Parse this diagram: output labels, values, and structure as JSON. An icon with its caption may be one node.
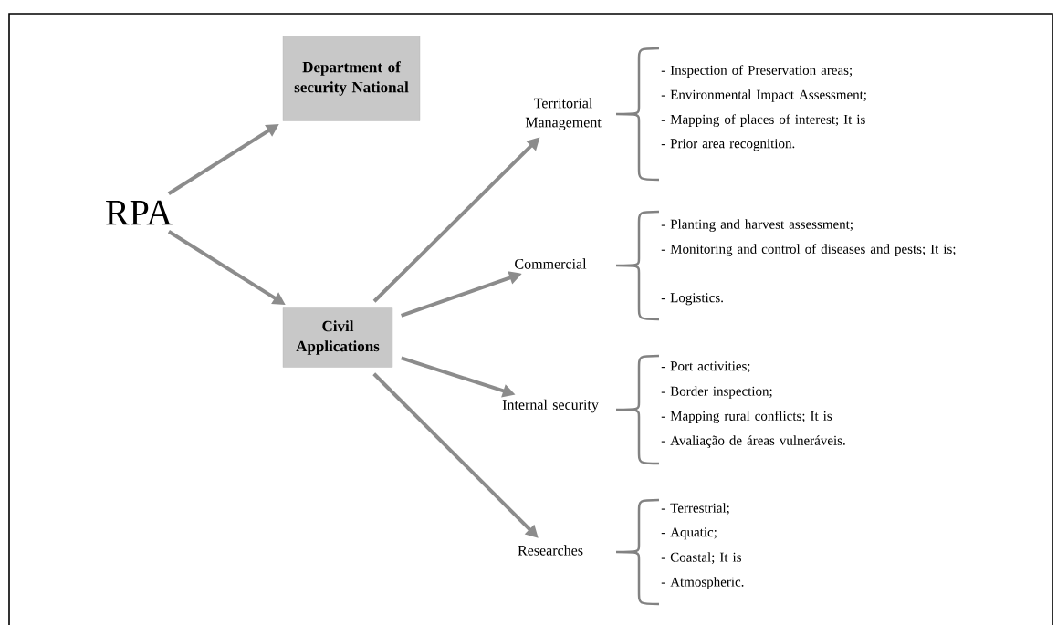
{
  "diagram": {
    "nodes": [
      {
        "text": [
          "RPA"
        ]
      },
      {
        "text": [
          "Department of security National"
        ]
      },
      {
        "text": [
          "Civil Applications"
        ]
      },
      {
        "text": [
          "Territorial Management"
        ],
        "beside": [
          "- Inspection of Preservation areas;",
          "- Environmental Impact Assessment;",
          "- Mapping of places of interest; It is",
          "- Prior area recognition."
        ]
      },
      {
        "text": [
          "Commercial"
        ],
        "beside": [
          "- Planting and harvest assessment;",
          "- Monitoring and control of diseases and pests; It is;",
          "- Logistics."
        ]
      },
      {
        "text": [
          "Internal security"
        ],
        "beside": [
          "- Port activities;",
          "- Border inspection;",
          "- Mapping rural conflicts; It is",
          "- Avaliação de áreas vulneráveis."
        ]
      },
      {
        "text": [
          "Researches"
        ],
        "beside": [
          "- Terrestrial;",
          "- Aquatic;",
          "- Coastal; It is",
          "- Atmospheric."
        ]
      }
    ],
    "edges": [
      {
        "from": 0,
        "to": 1,
        "arrow": "to"
      },
      {
        "from": 0,
        "to": 2,
        "arrow": "to"
      },
      {
        "from": 2,
        "to": 3,
        "arrow": "to"
      },
      {
        "from": 2,
        "to": 4,
        "arrow": "to"
      },
      {
        "from": 2,
        "to": 5,
        "arrow": "to"
      },
      {
        "from": 2,
        "to": 6,
        "arrow": "to"
      }
    ]
  }
}
